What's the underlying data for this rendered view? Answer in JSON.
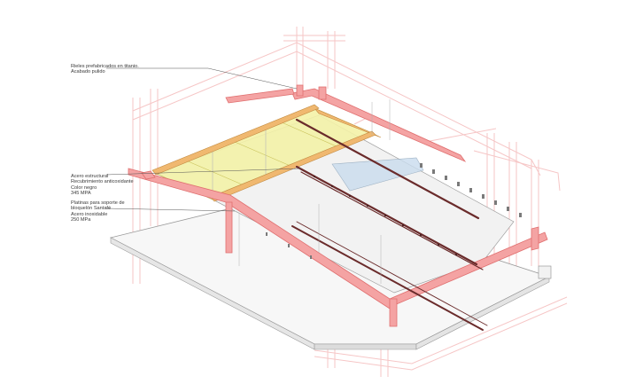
{
  "annotations": {
    "rails": {
      "line1": "Rieles prefabricados en titanio.",
      "line2": "Acabado pulido"
    },
    "steel": {
      "line1": "Acero estructural",
      "line2": "Recubrimiento anticoxidante",
      "line3": "Color negro",
      "line4": "345 MPA"
    },
    "plates": {
      "line1": "Platinas para soporte de",
      "line2": "bloquelón Santafé",
      "line3": "Acero inoxidable",
      "line4": "250 MPa"
    }
  },
  "colors": {
    "structure_red": "#f08080",
    "structure_red_fill": "#f4a3a3",
    "ghost_red": "#f6c6c6",
    "glass_yellow": "#f4f2a8",
    "timber_orange": "#f0b870",
    "slab_gray": "#efefef",
    "rail_dark": "#6a2b2b",
    "line_gray": "#9a9a9a",
    "glass_blue": "#c9dcee"
  }
}
